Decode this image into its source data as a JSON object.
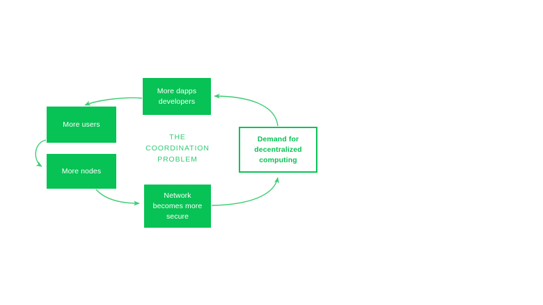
{
  "diagram": {
    "center_title": "THE\nCOORDINATION\nPROBLEM",
    "colors": {
      "node_fill": "#07c254",
      "node_text": "#ffffff",
      "outline_border": "#07c254",
      "outline_text": "#07c254",
      "center_text": "#2ecc71",
      "arrow": "#3bcc72",
      "background": "#ffffff"
    },
    "nodes": [
      {
        "id": "more-dapps-developers",
        "label": "More dapps\ndevelopers",
        "style": "filled"
      },
      {
        "id": "more-users",
        "label": "More users",
        "style": "filled"
      },
      {
        "id": "more-nodes",
        "label": "More nodes",
        "style": "filled"
      },
      {
        "id": "network-becomes-more-secure",
        "label": "Network\nbecomes more\nsecure",
        "style": "filled"
      },
      {
        "id": "demand-for-decentralized-computing",
        "label": "Demand for\ndecentralized\ncomputing",
        "style": "outline"
      }
    ],
    "edges": [
      {
        "from": "more-dapps-developers",
        "to": "more-users"
      },
      {
        "from": "more-users",
        "to": "more-nodes"
      },
      {
        "from": "more-nodes",
        "to": "network-becomes-more-secure"
      },
      {
        "from": "network-becomes-more-secure",
        "to": "demand-for-decentralized-computing"
      },
      {
        "from": "demand-for-decentralized-computing",
        "to": "more-dapps-developers"
      }
    ]
  }
}
